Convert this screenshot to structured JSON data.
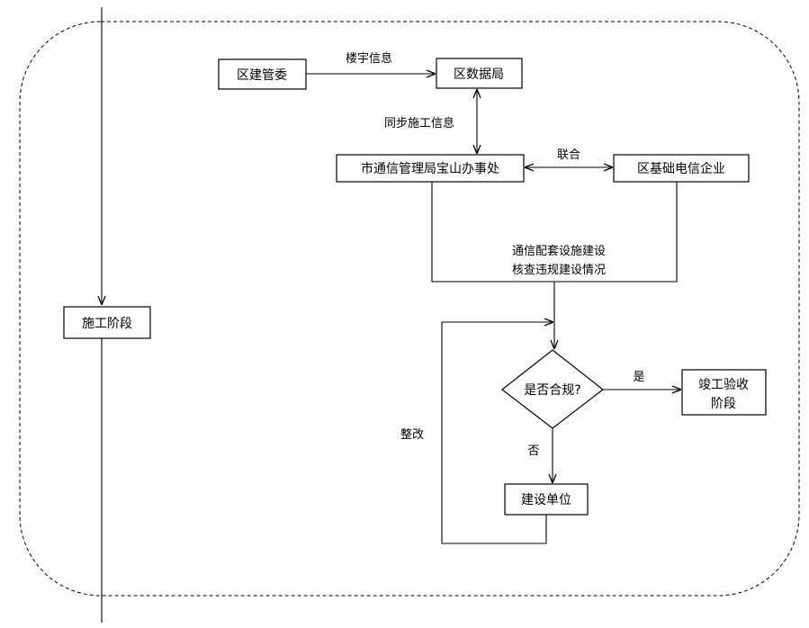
{
  "nodes": {
    "district_construction": "区建管委",
    "district_data_bureau": "区数据局",
    "comm_admin_office": "市通信管理局宝山办事处",
    "telecom_enterprise": "区基础电信企业",
    "construction_stage": "施工阶段",
    "compliance_check": "是否合规?",
    "completion_stage_line1": "竣工验收",
    "completion_stage_line2": "阶段",
    "builder": "建设单位"
  },
  "edge_labels": {
    "building_info": "楼宇信息",
    "sync_construction_info": "同步施工信息",
    "joint": "联合",
    "inspection_line1": "通信配套设施建设",
    "inspection_line2": "核查违规建设情况",
    "yes": "是",
    "no": "否",
    "rectify": "整改"
  },
  "colors": {
    "stroke": "#000000",
    "background": "#ffffff"
  }
}
